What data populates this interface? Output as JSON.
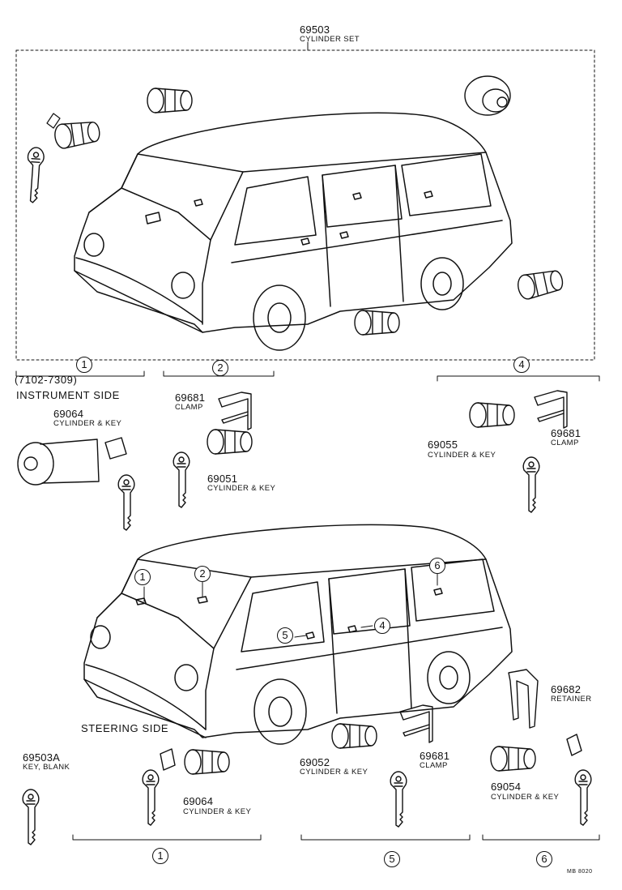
{
  "top_set": {
    "part_no": "69503",
    "desc": "CYLINDER SET"
  },
  "group1_top": {
    "circle": "1",
    "range": "(7102-7309)",
    "side": "INSTRUMENT SIDE",
    "part_no": "69064",
    "desc": "CYLINDER & KEY"
  },
  "group2": {
    "circle": "2",
    "clamp_no": "69681",
    "clamp_desc": "CLAMP",
    "part_no": "69051",
    "desc": "CYLINDER & KEY"
  },
  "group4": {
    "circle": "4",
    "part_no": "69055",
    "desc": "CYLINDER & KEY",
    "clamp_no": "69681",
    "clamp_desc": "CLAMP"
  },
  "van_callouts": [
    "1",
    "2",
    "6",
    "5",
    "4"
  ],
  "steering": {
    "side": "STEERING SIDE",
    "part_no": "69064",
    "desc": "CYLINDER & KEY",
    "circle": "1"
  },
  "blank_key": {
    "part_no": "69503A",
    "desc": "KEY, BLANK"
  },
  "group5": {
    "part_no": "69052",
    "desc": "CYLINDER & KEY",
    "clamp_no": "69681",
    "clamp_desc": "CLAMP",
    "circle": "5"
  },
  "group6": {
    "retainer_no": "69682",
    "retainer_desc": "RETAINER",
    "part_no": "69054",
    "desc": "CYLINDER & KEY",
    "circle": "6"
  },
  "drawing_code": "MB 8020"
}
